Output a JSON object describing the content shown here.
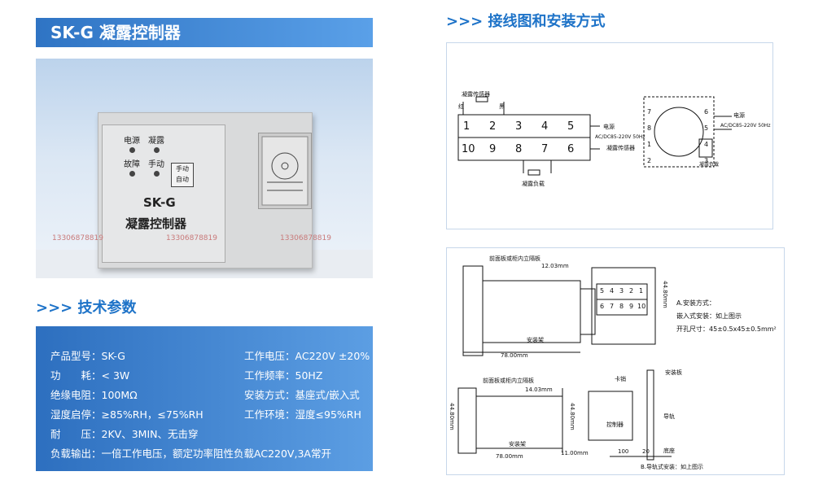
{
  "header": {
    "title": "SK-G 凝露控制器"
  },
  "device": {
    "labels": {
      "power": "电源",
      "dew": "凝露",
      "fault": "故障",
      "manual": "手动",
      "btn_manual": "手动",
      "btn_auto": "自动",
      "model": "SK-G",
      "name": "凝露控制器"
    },
    "watermark": "13306878819"
  },
  "sections": {
    "specs": ">>> 技术参数",
    "wiring": ">>> 接线图和安装方式"
  },
  "specs": [
    {
      "label": "产品型号：",
      "value": "SK-G"
    },
    {
      "label": "工作电压：",
      "value": "AC220V ±20%"
    },
    {
      "label": "功　　耗：",
      "value": "< 3W"
    },
    {
      "label": "工作频率：",
      "value": "50HZ"
    },
    {
      "label": "绝缘电阻：",
      "value": "100MΩ"
    },
    {
      "label": "安装方式：",
      "value": "基座式/嵌入式"
    },
    {
      "label": "湿度启停：",
      "value": "≥85%RH，≤75%RH"
    },
    {
      "label": "工作环境：",
      "value": "湿度≤95%RH"
    },
    {
      "label": "耐　　压：",
      "value": "2KV、3MIN、无击穿"
    },
    {
      "label": "负载输出：",
      "value": "一倍工作电压，额定功率阻性负载AC220V,3A常开"
    }
  ],
  "wiring": {
    "sensor_top": "凝露传感器",
    "red": "红",
    "black": "黑",
    "terminals_top": [
      "1",
      "2",
      "3",
      "4",
      "5"
    ],
    "terminals_bottom": [
      "10",
      "9",
      "8",
      "7",
      "6"
    ],
    "power": "电源",
    "supply": "AC/DC85-220V 50Hz",
    "load": "凝露负载",
    "sensor_side": "凝露传感器",
    "right_pins": [
      "7",
      "6",
      "8",
      "5",
      "1",
      "4",
      "2",
      "3"
    ],
    "load_small": "凝露负载"
  },
  "install": {
    "panel_label": "前面板或柜内立隔板",
    "dim_12": "12.03mm",
    "mount_frame": "安装架",
    "dim_78": "78.00mm",
    "dim_44": "44.80mm",
    "grid_top": [
      "5",
      "4",
      "3",
      "2",
      "1"
    ],
    "grid_bottom": [
      "6",
      "7",
      "8",
      "9",
      "10"
    ],
    "note_a": "A.安装方式：",
    "note_embed": "嵌入式安装：如上图示",
    "note_hole": "开孔尺寸：45±0.5x45±0.5mm²",
    "panel_label2": "前面板或柜内立隔板",
    "dim_14": "14.03mm",
    "mount_frame2": "安装架",
    "dim_44b": "44.80mm",
    "dim_44c": "44.80mm",
    "dim_78b": "78.00mm",
    "dim_11": "11.00mm",
    "clip": "卡销",
    "mount_plate": "安装板",
    "controller": "控制器",
    "rail": "导轨",
    "base": "底座",
    "dim_100": "100",
    "dim_20": "20",
    "note_b": "B.导轨式安装：如上图示"
  }
}
